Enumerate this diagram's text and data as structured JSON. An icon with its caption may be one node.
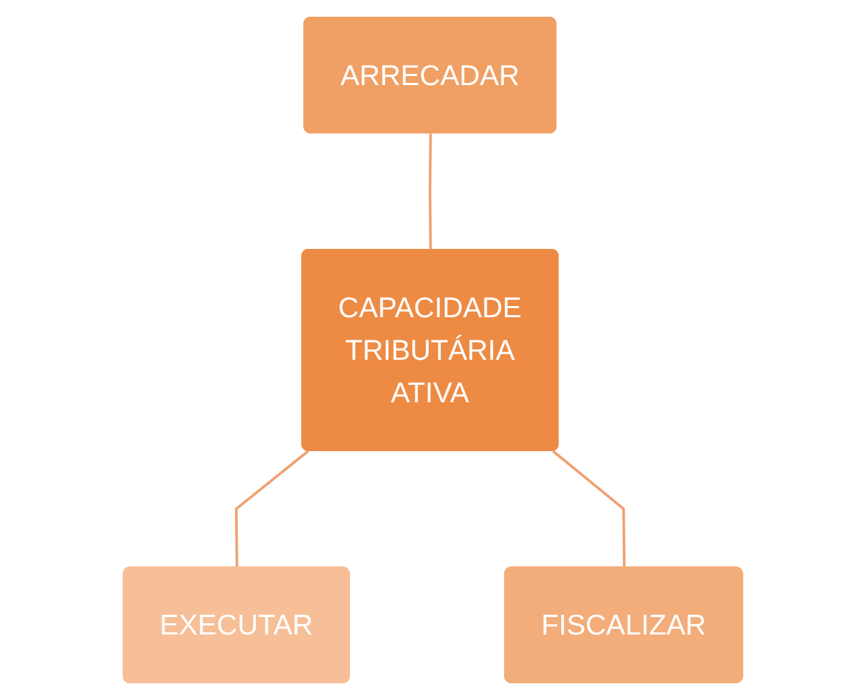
{
  "diagram": {
    "nodes": [
      {
        "text": [
          "ARRECADAR"
        ]
      },
      {
        "text": [
          "CAPACIDADE TRIBUTÁRIA ATIVA"
        ]
      },
      {
        "text": [
          "EXECUTAR"
        ]
      },
      {
        "text": [
          "FISCALIZAR"
        ]
      }
    ],
    "edges": [
      {
        "from": 0,
        "to": 1,
        "arrow": "none"
      },
      {
        "from": 1,
        "to": 2,
        "arrow": "none"
      },
      {
        "from": 1,
        "to": 3,
        "arrow": "none"
      }
    ]
  }
}
